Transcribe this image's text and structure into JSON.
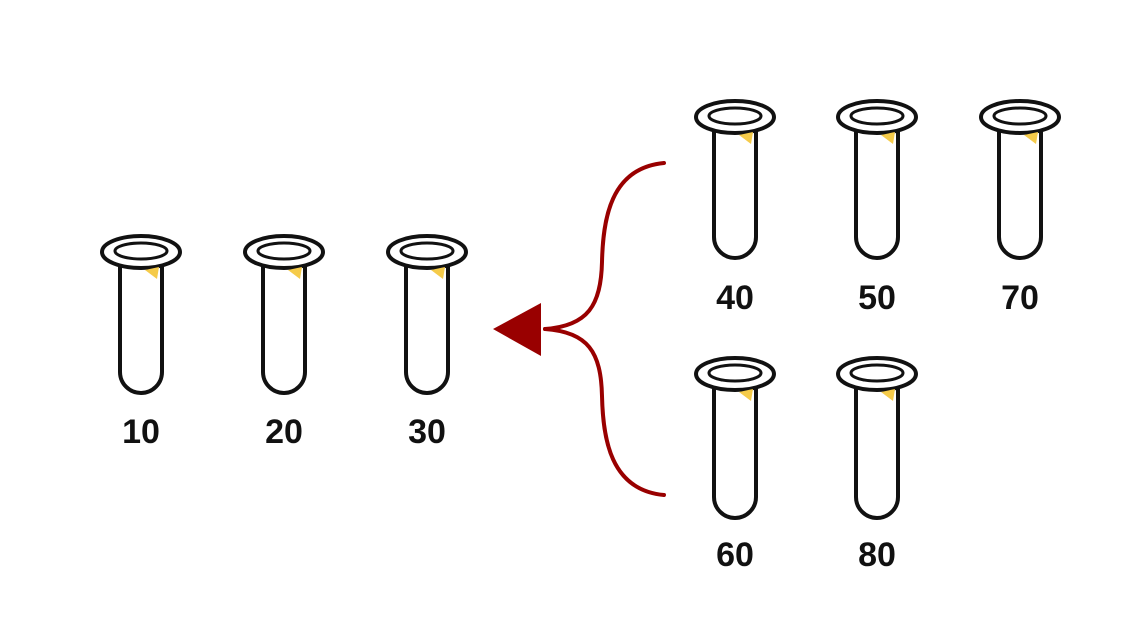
{
  "colors": {
    "tube_outline": "#111111",
    "tube_fill": "#ffffff",
    "liquid_marker": "#f5cb4a",
    "arrow": "#990000",
    "label": "#111111"
  },
  "groups": {
    "left": {
      "tubes": [
        {
          "label": "10"
        },
        {
          "label": "20"
        },
        {
          "label": "30"
        }
      ]
    },
    "right_top": {
      "tubes": [
        {
          "label": "40"
        },
        {
          "label": "50"
        },
        {
          "label": "70"
        }
      ]
    },
    "right_bottom": {
      "tubes": [
        {
          "label": "60"
        },
        {
          "label": "80"
        }
      ]
    }
  },
  "connector": {
    "icon": "merge-arrow-icon",
    "direction": "left"
  }
}
